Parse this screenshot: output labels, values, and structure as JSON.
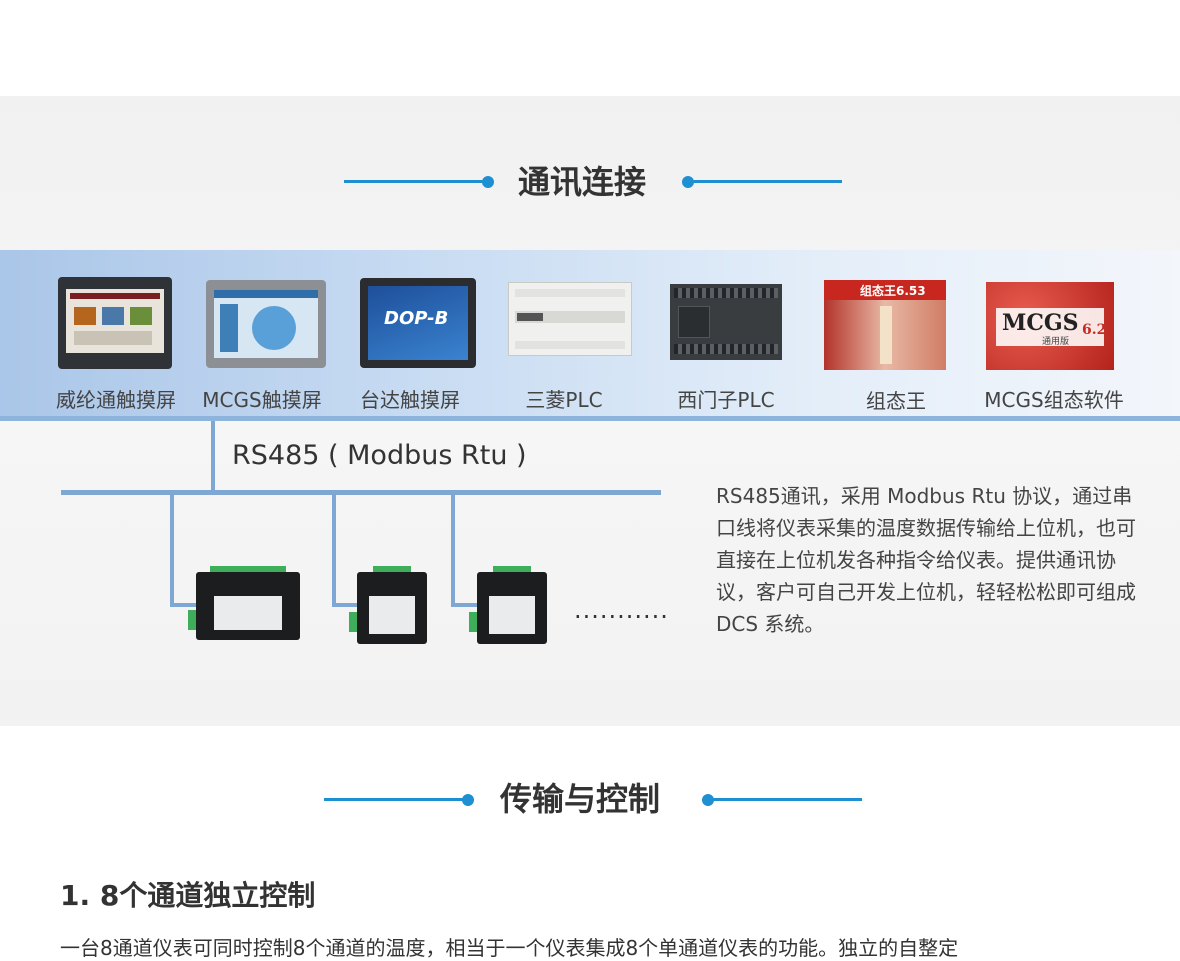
{
  "section1": {
    "heading": "通讯连接",
    "devices": [
      {
        "label": "威纶通触摸屏",
        "icon": "touchscreen-hmi-icon"
      },
      {
        "label": "MCGS触摸屏",
        "icon": "touchscreen-hmi-icon"
      },
      {
        "label": "台达触摸屏",
        "icon": "touchscreen-hmi-icon",
        "screen_text": "DOP-B"
      },
      {
        "label": "三菱PLC",
        "icon": "plc-icon"
      },
      {
        "label": "西门子PLC",
        "icon": "plc-icon"
      },
      {
        "label": "组态王",
        "icon": "software-box-icon",
        "box_text": "组态王6.53"
      },
      {
        "label": "MCGS组态软件",
        "icon": "software-box-icon",
        "box_text": "MCGS",
        "box_version": "6.2",
        "box_sub": "通用版"
      }
    ],
    "bus_label": "RS485 ( Modbus Rtu )",
    "ellipsis": "...........",
    "description": "RS485通讯，采用 Modbus Rtu 协议，通过串口线将仪表采集的温度数据传输给上位机，也可直接在上位机发各种指令给仪表。提供通讯协议，客户可自己开发上位机，轻轻松松即可组成 DCS 系统。"
  },
  "section2": {
    "heading": "传输与控制",
    "feature_title": "1.  8个通道独立控制",
    "feature_text": "一台8通道仪表可同时控制8个通道的温度，相当于一个仪表集成8个单通道仪表的功能。独立的自整定"
  },
  "colors": {
    "accent": "#1e90d2",
    "band": "#c7dbf2",
    "bus": "#7ea7d4"
  }
}
